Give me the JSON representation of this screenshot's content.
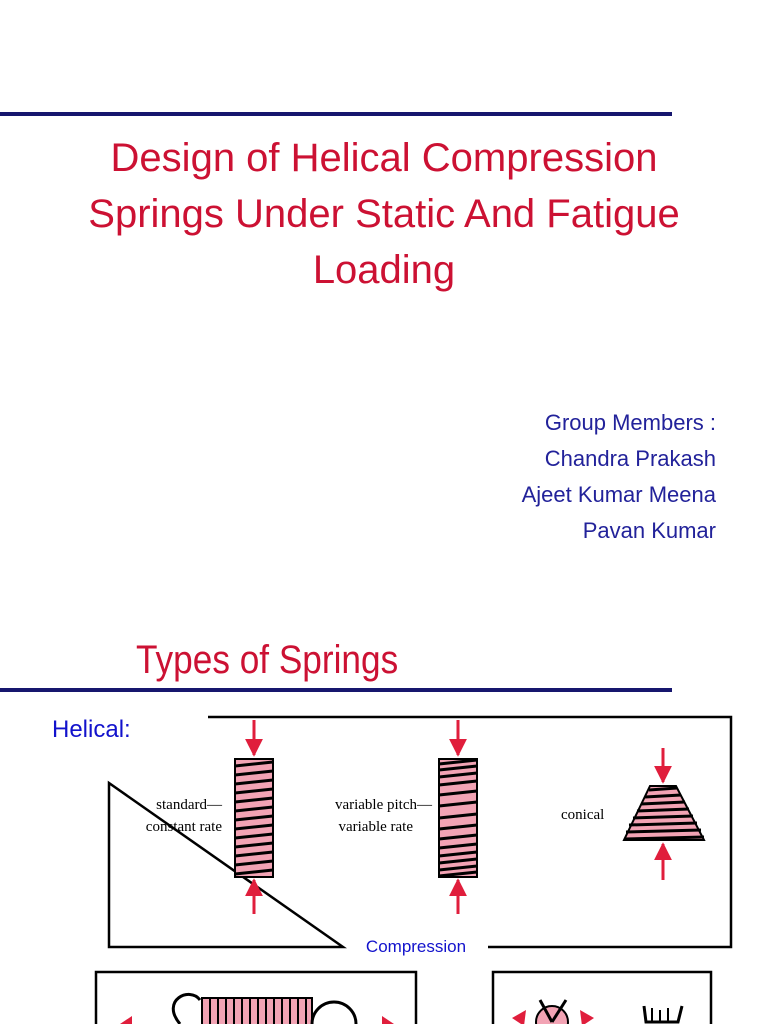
{
  "slide1": {
    "title_lines": [
      "Design of Helical Compression",
      "Springs Under Static And Fatigue",
      "Loading"
    ],
    "members_heading": "Group Members :",
    "members": [
      "Chandra Prakash",
      "Ajeet Kumar Meena",
      "Pavan Kumar"
    ]
  },
  "slide2": {
    "title": "Types of Springs",
    "helical_label": "Helical:",
    "standard_label_1": "standard—",
    "standard_label_2": "constant rate",
    "variable_label_1": "variable pitch—",
    "variable_label_2": "variable rate",
    "conical_label": "conical",
    "compression_label": "Compression"
  },
  "colors": {
    "title_red": "#cc1133",
    "member_blue": "#22229a",
    "rule_navy": "#16166e",
    "helical_blue": "#1212cc",
    "arrow_red": "#e01e3c",
    "coil_pink": "#f2a3b4"
  }
}
